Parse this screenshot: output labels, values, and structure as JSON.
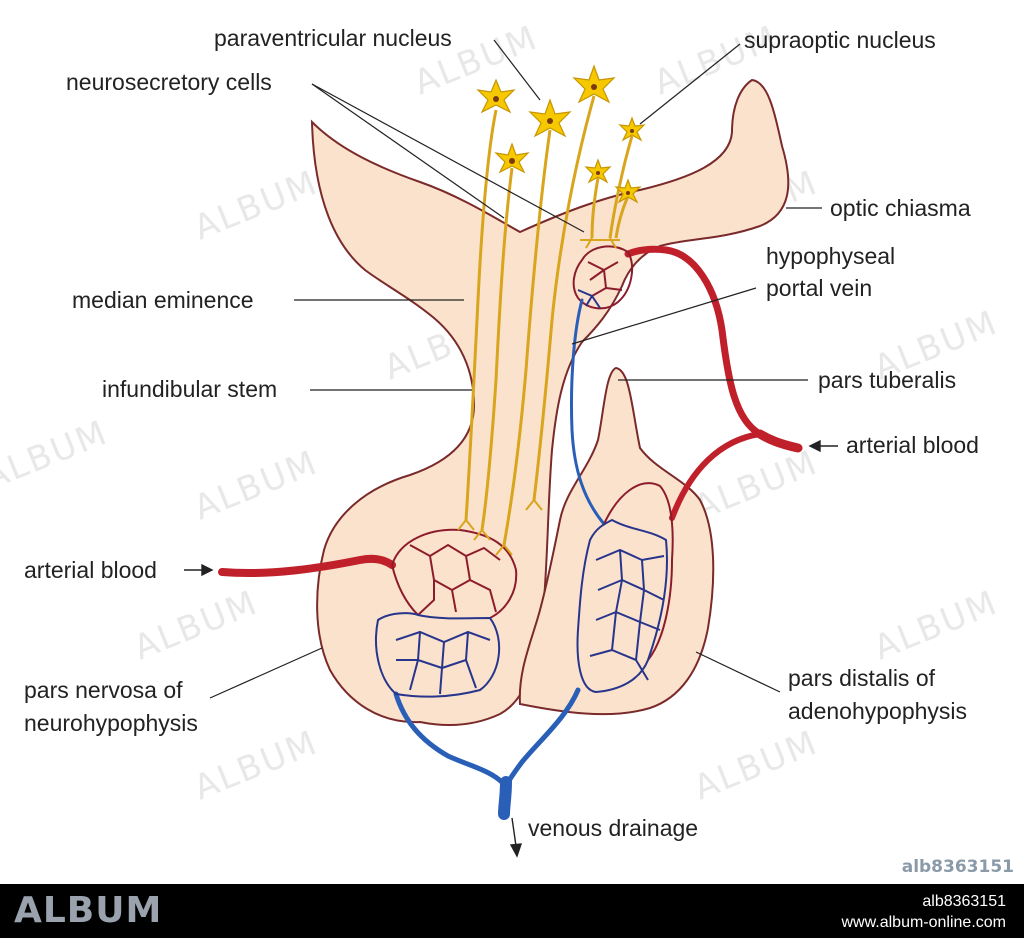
{
  "labels": {
    "paraventricular_nucleus": "paraventricular nucleus",
    "supraoptic_nucleus": "supraoptic nucleus",
    "neurosecretory_cells": "neurosecretory cells",
    "optic_chiasma": "optic chiasma",
    "hypophyseal_portal_vein_line1": "hypophyseal",
    "hypophyseal_portal_vein_line2": "portal vein",
    "median_eminence": "median eminence",
    "infundibular_stem": "infundibular stem",
    "pars_tuberalis": "pars tuberalis",
    "arterial_blood_right": "arterial blood",
    "arterial_blood_left": "arterial blood",
    "pars_nervosa_line1": "pars nervosa of",
    "pars_nervosa_line2": "neurohypophysis",
    "pars_distalis_line1": "pars distalis of",
    "pars_distalis_line2": "adenohypophysis",
    "venous_drainage": "venous drainage"
  },
  "watermark": "ALBUM",
  "image_id": "alb8363151",
  "footer": {
    "logo": "ALBUM",
    "id": "alb8363151",
    "url": "www.album-online.com"
  },
  "colors": {
    "tissue_fill": "#fbe2cd",
    "tissue_outline": "#7a2a2a",
    "artery": "#c0202a",
    "vein": "#2a5fb8",
    "axon": "#d9a51c",
    "neuron": "#f5c800",
    "capillary_red": "#8c1c2c",
    "capillary_blue": "#27358c"
  }
}
